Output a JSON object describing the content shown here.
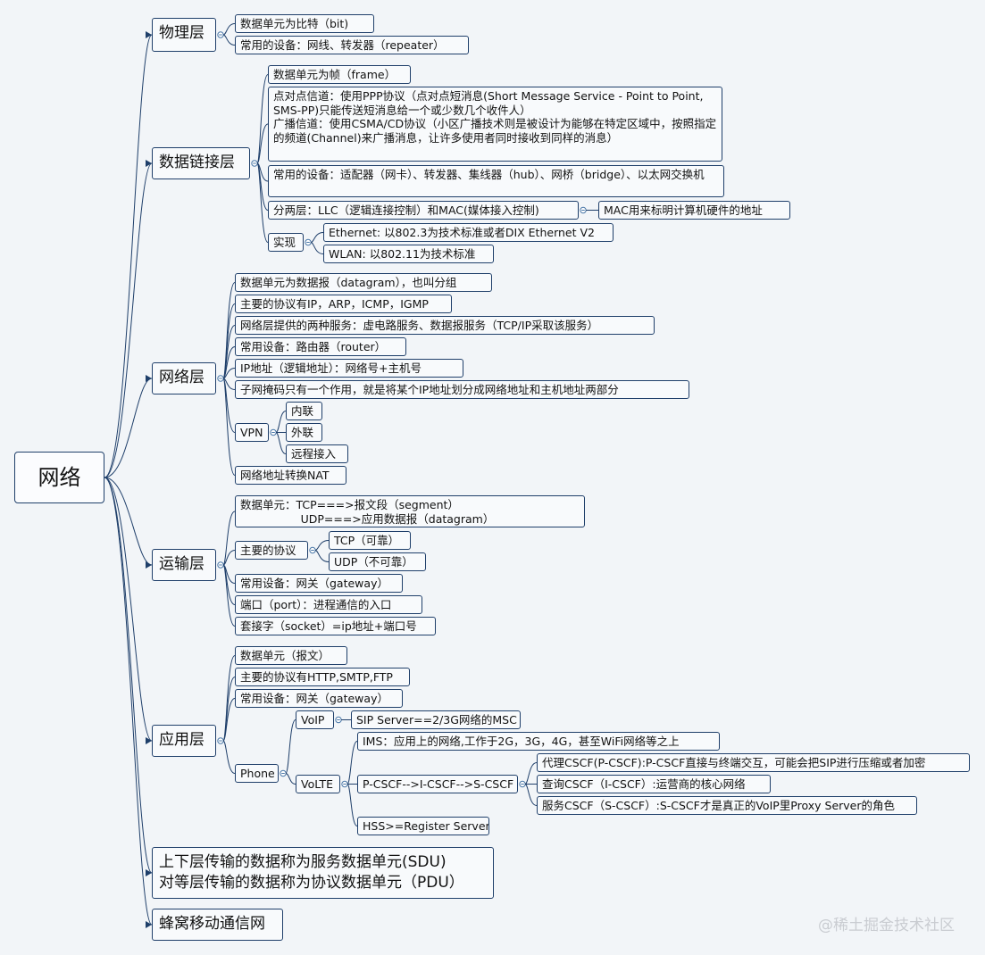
{
  "root": "网络",
  "branches": [
    {
      "label": "物理层",
      "children": [
        {
          "label": "数据单元为比特（bit)"
        },
        {
          "label": "常用的设备：网线、转发器（repeater）"
        }
      ]
    },
    {
      "label": "数据链接层",
      "children": [
        {
          "label": "数据单元为帧（frame）"
        },
        {
          "label": "点对点信道：使用PPP协议（点对点短消息(Short Message Service - Point to Point, SMS-PP)只能传送短消息给一个或少数几个收件人）\n广播信道：使用CSMA/CD协议（小区广播技术则是被设计为能够在特定区域中，按照指定的频道(Channel)来广播消息，让许多使用者同时接收到同样的消息）"
        },
        {
          "label": "常用的设备：适配器（网卡）、转发器、集线器（hub）、网桥（bridge）、以太网交换机"
        },
        {
          "label": "分两层：LLC（逻辑连接控制）和MAC(媒体接入控制)",
          "children": [
            {
              "label": "MAC用来标明计算机硬件的地址"
            }
          ]
        },
        {
          "label": "实现",
          "children": [
            {
              "label": "Ethernet: 以802.3为技术标准或者DIX Ethernet V2"
            },
            {
              "label": "WLAN: 以802.11为技术标准"
            }
          ]
        }
      ]
    },
    {
      "label": "网络层",
      "children": [
        {
          "label": "数据单元为数据报（datagram），也叫分组"
        },
        {
          "label": "主要的协议有IP，ARP，ICMP，IGMP"
        },
        {
          "label": "网络层提供的两种服务：虚电路服务、数据报服务（TCP/IP采取该服务）"
        },
        {
          "label": "常用设备：路由器（router）"
        },
        {
          "label": "IP地址（逻辑地址）：网络号+主机号"
        },
        {
          "label": "子网掩码只有一个作用，就是将某个IP地址划分成网络地址和主机地址两部分"
        },
        {
          "label": "VPN",
          "children": [
            {
              "label": "内联"
            },
            {
              "label": "外联"
            },
            {
              "label": "远程接入"
            }
          ]
        },
        {
          "label": "网络地址转换NAT"
        }
      ]
    },
    {
      "label": "运输层",
      "children": [
        {
          "label": "数据单元：TCP===>报文段（segment）\n                 UDP===>应用数据报（datagram）"
        },
        {
          "label": "主要的协议",
          "children": [
            {
              "label": "TCP（可靠）"
            },
            {
              "label": "UDP（不可靠）"
            }
          ]
        },
        {
          "label": "常用设备：网关（gateway）"
        },
        {
          "label": "端口（port）：进程通信的入口"
        },
        {
          "label": "套接字（socket）=ip地址+端口号"
        }
      ]
    },
    {
      "label": "应用层",
      "children": [
        {
          "label": "数据单元（报文）"
        },
        {
          "label": "主要的协议有HTTP,SMTP,FTP"
        },
        {
          "label": "常用设备：网关（gateway）"
        },
        {
          "label": "Phone",
          "children": [
            {
              "label": "VoIP",
              "children": [
                {
                  "label": "SIP Server==2/3G网络的MSC"
                }
              ]
            },
            {
              "label": "VoLTE",
              "children": [
                {
                  "label": "IMS：应用上的网络,工作于2G，3G，4G，甚至WiFi网络等之上"
                },
                {
                  "label": "P-CSCF-->I-CSCF-->S-CSCF",
                  "children": [
                    {
                      "label": "代理CSCF(P-CSCF):P-CSCF直接与终端交互，可能会把SIP进行压缩或者加密"
                    },
                    {
                      "label": "查询CSCF（I-CSCF）:运营商的核心网络"
                    },
                    {
                      "label": "服务CSCF（S-CSCF）:S-CSCF才是真正的VoIP里Proxy Server的角色"
                    }
                  ]
                },
                {
                  "label": "HSS>=Register Server"
                }
              ]
            }
          ]
        }
      ]
    },
    {
      "label": "上下层传输的数据称为服务数据单元(SDU)\n对等层传输的数据称为协议数据单元（PDU）"
    },
    {
      "label": "蜂窝移动通信网"
    }
  ],
  "watermark": "@稀土掘金技术社区",
  "colors": {
    "line": "#1f3f6a",
    "background": "#f2f5f8",
    "node_fill": "#f8fafc"
  }
}
